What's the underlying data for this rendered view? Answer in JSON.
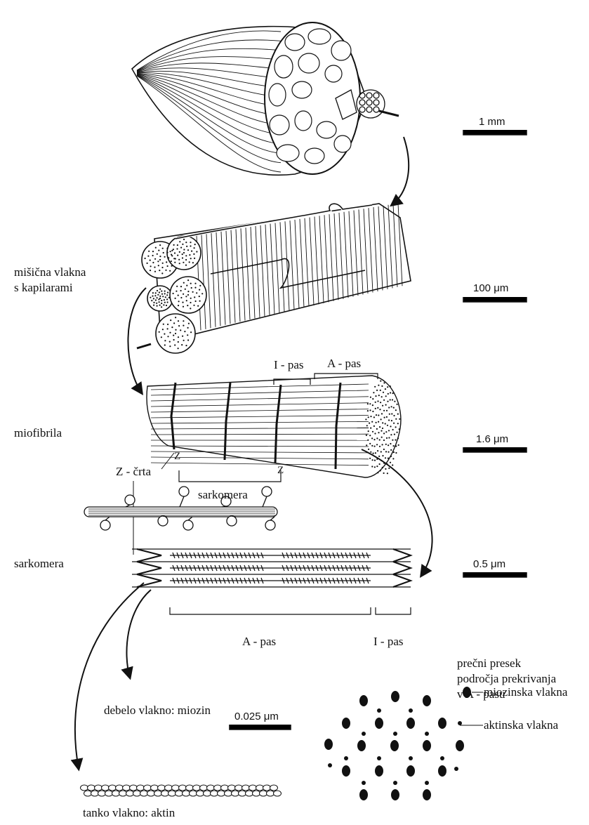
{
  "labels": {
    "fibers_with_capillaries_line1": "mišična vlakna",
    "fibers_with_capillaries_line2": "s kapilarami",
    "myofibril": "miofibrila",
    "sarcomere_left": "sarkomera",
    "sarcomere_bracket": "sarkomera",
    "z_line": "Z - črta",
    "z_mark_1": "Z",
    "z_mark_2": "Z",
    "i_band_top": "I - pas",
    "a_band_top": "A - pas",
    "a_band_bottom": "A - pas",
    "i_band_bottom": "I - pas",
    "thick_filament": "debelo vlakno: miozin",
    "thin_filament": "tanko vlakno: aktin",
    "cross_section_line1": "prečni presek",
    "cross_section_line2": "področja prekrivanja",
    "cross_section_line3": "v A - pasu",
    "myosin_filaments": "miozinska vlakna",
    "actin_filaments": "aktinska vlakna"
  },
  "scales": {
    "muscle": "1 mm",
    "fibers": "100 μm",
    "myofibril": "1.6 μm",
    "sarcomere": "0.5 μm",
    "filament": "0.025 μm"
  },
  "colors": {
    "ink": "#111111",
    "paper": "#ffffff"
  }
}
